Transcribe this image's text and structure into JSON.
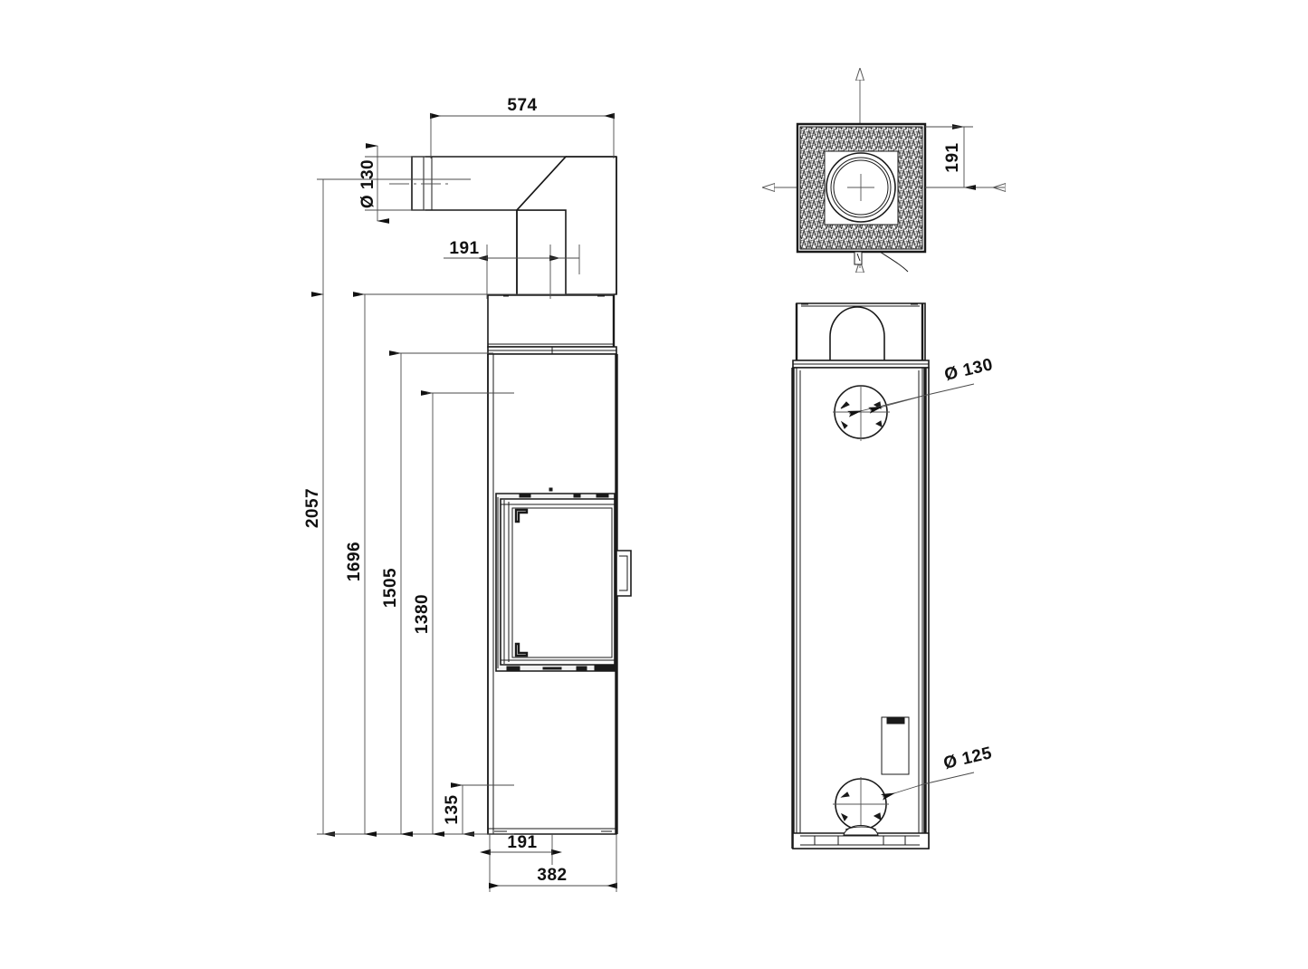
{
  "drawing": {
    "title": "Stove / fireplace technical dimension drawing",
    "units": "mm",
    "views": [
      {
        "id": "front",
        "name": "front-elevation-view"
      },
      {
        "id": "top",
        "name": "top-plan-view"
      },
      {
        "id": "side",
        "name": "side-section-view"
      }
    ]
  },
  "dimensions": {
    "flue_pipe_diameter": "Ø 130",
    "overall_depth_top": "574",
    "flue_offset_top": "191",
    "total_height": "2057",
    "height_1696": "1696",
    "height_1505": "1505",
    "height_1380": "1380",
    "base_height_135": "135",
    "base_offset_191": "191",
    "base_width_382": "382",
    "top_view_offset_191": "191",
    "rear_flue_diameter": "Ø 130",
    "rear_air_inlet_diameter": "Ø 125"
  },
  "labels": {
    "d130_top": "Ø 130",
    "d574": "574",
    "d191_pipe": "191",
    "d2057": "2057",
    "d1696": "1696",
    "d1505": "1505",
    "d1380": "1380",
    "d135": "135",
    "d191_base": "191",
    "d382": "382",
    "d191_plan": "191",
    "d130_rear": "Ø 130",
    "d125_rear": "Ø 125"
  }
}
